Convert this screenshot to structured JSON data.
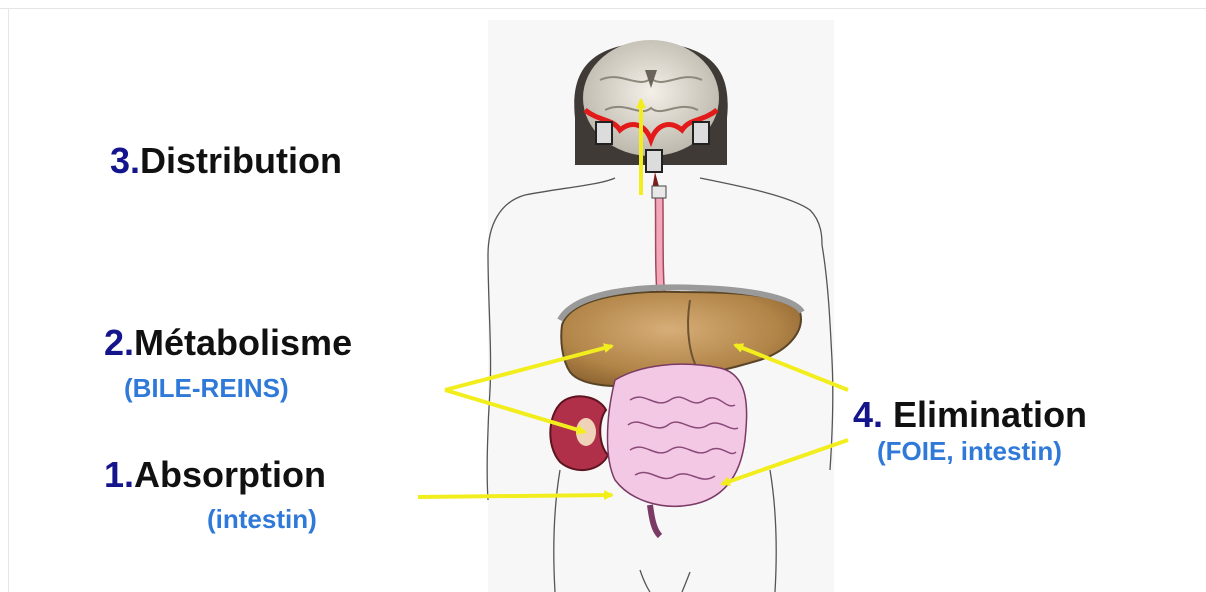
{
  "labels": {
    "distribution": {
      "number": "3.",
      "text": "Distribution"
    },
    "metabolisme": {
      "number": "2.",
      "text": "Métabolisme",
      "sub": "(BILE-REINS)"
    },
    "absorption": {
      "number": "1.",
      "text": "Absorption",
      "sub": "(intestin)"
    },
    "elimination": {
      "number": "4.",
      "text": " Elimination",
      "sub": "(FOIE, intestin)"
    }
  },
  "colors": {
    "number": "#14148c",
    "text": "#111111",
    "subtext": "#2f79d9",
    "arrow": "#f2ee1e",
    "liver": "#b98a4e",
    "intestine": "#f2c8e4",
    "kidney": "#b0304a",
    "brain_vessels": "#e21a1a"
  }
}
